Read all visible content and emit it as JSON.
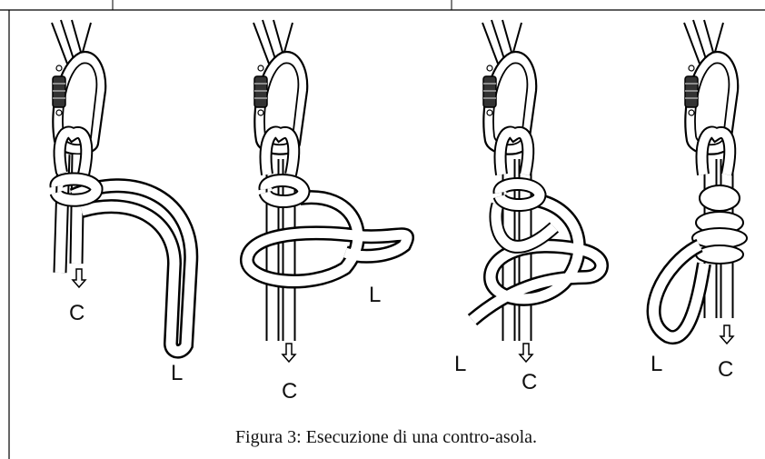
{
  "caption": "Figura 3: Esecuzione di una contro-asola.",
  "figures": [
    {
      "labels": {
        "C": "C",
        "L": "L"
      }
    },
    {
      "labels": {
        "C": "C",
        "L": "L"
      }
    },
    {
      "labels": {
        "C": "C",
        "L": "L"
      }
    },
    {
      "labels": {
        "C": "C",
        "L": "L"
      }
    }
  ],
  "colors": {
    "line": "#111111",
    "rope": "#ffffff"
  }
}
